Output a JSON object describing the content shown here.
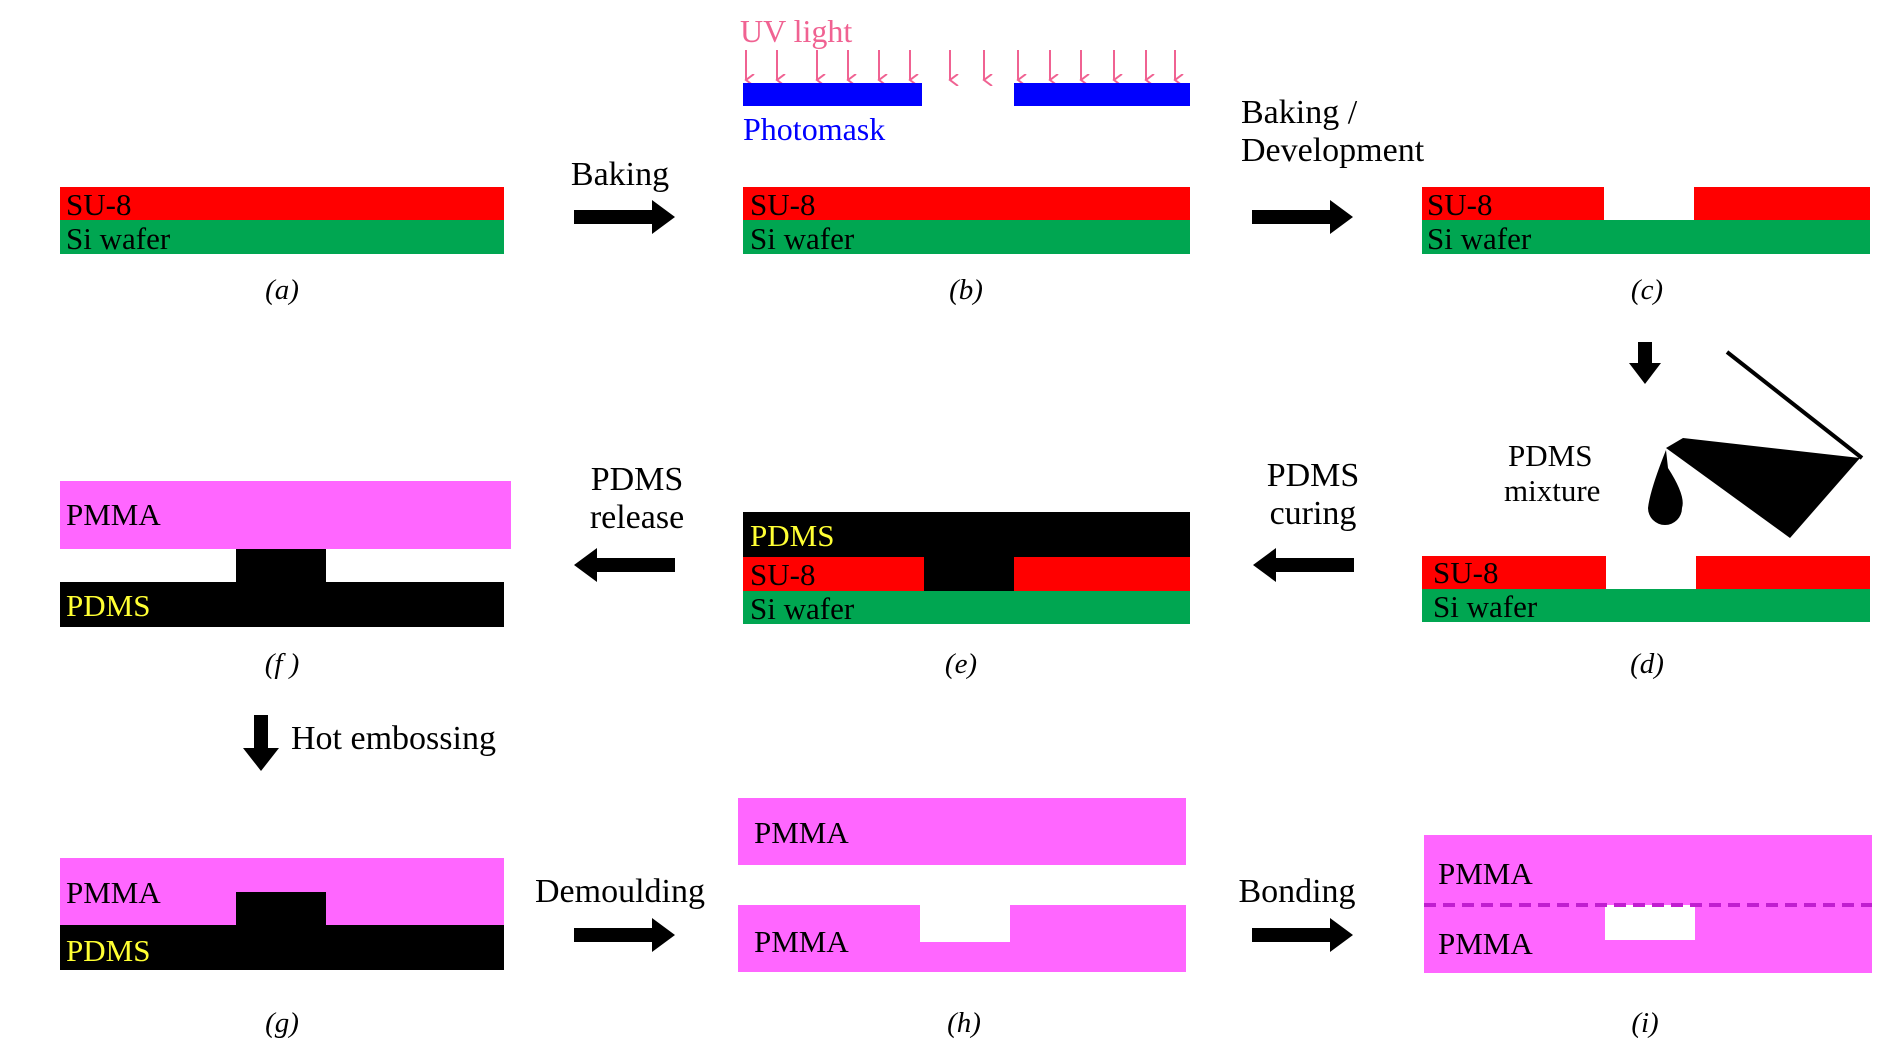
{
  "labels": {
    "su8": "SU-8",
    "si_wafer": "Si wafer",
    "pdms": "PDMS",
    "pmma": "PMMA",
    "uv_light": "UV light",
    "photomask": "Photomask",
    "pdms_mixture_line1": "PDMS",
    "pdms_mixture_line2": "mixture"
  },
  "steps": {
    "baking": "Baking",
    "baking_dev_line1": "Baking /",
    "baking_dev_line2": "Development",
    "pdms_curing_line1": "PDMS",
    "pdms_curing_line2": "curing",
    "pdms_release_line1": "PDMS",
    "pdms_release_line2": "release",
    "hot_embossing": "Hot embossing",
    "demoulding": "Demoulding",
    "bonding": "Bonding"
  },
  "captions": {
    "a": "(a)",
    "b": "(b)",
    "c": "(c)",
    "d": "(d)",
    "e": "(e)",
    "f": "(f )",
    "g": "(g)",
    "h": "(h)",
    "i": "(i)"
  },
  "colors": {
    "su8": "#ff0000",
    "si_wafer": "#00a651",
    "pdms": "#000000",
    "pmma": "#ff66ff",
    "uv": "#f06292",
    "photomask": "#0000ff",
    "pdms_text": "#ffff33",
    "bond_line": "#c01ed0",
    "arrow": "#000000"
  }
}
